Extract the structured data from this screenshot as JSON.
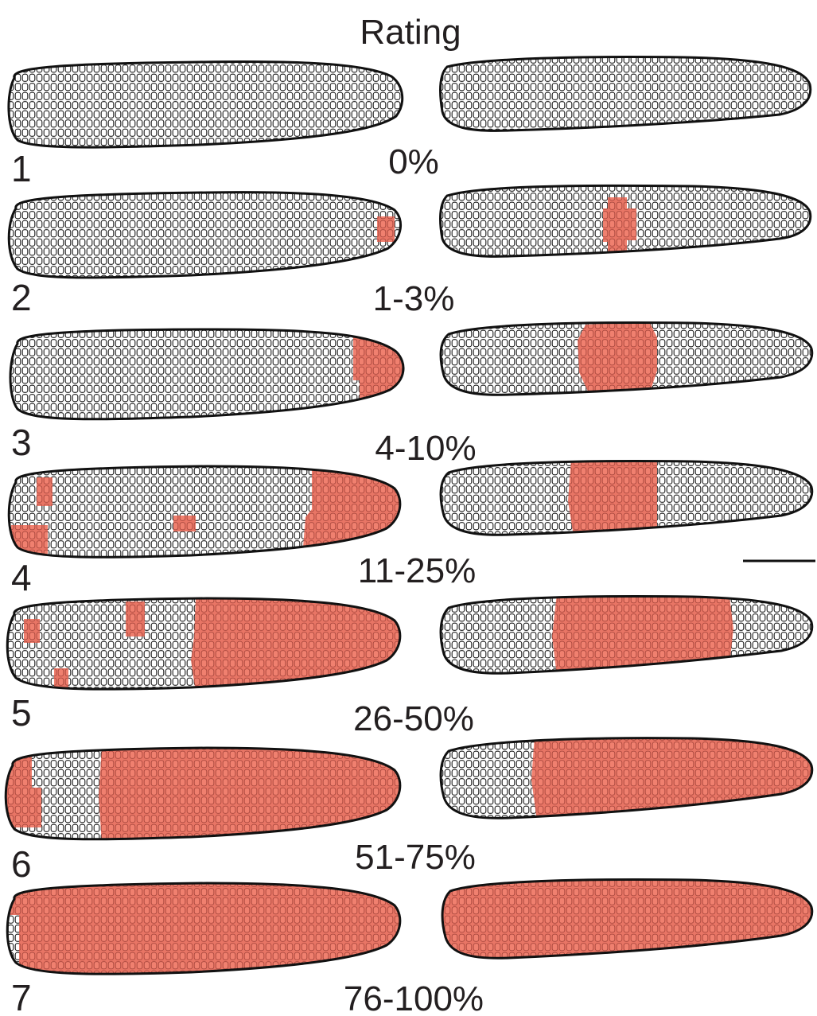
{
  "title": "Rating",
  "kernel_fill_color": "#f0806f",
  "kernel_outline_color": "#1a1a1a",
  "ratings": [
    {
      "rating": "1",
      "range": "0%",
      "rot_fraction_shown": [
        0,
        0
      ]
    },
    {
      "rating": "2",
      "range": "1-3%",
      "rot_fraction_shown": [
        0.02,
        0.02
      ]
    },
    {
      "rating": "3",
      "range": "4-10%",
      "rot_fraction_shown": [
        0.08,
        0.08
      ]
    },
    {
      "rating": "4",
      "range": "11-25%",
      "rot_fraction_shown": [
        0.22,
        0.2
      ]
    },
    {
      "rating": "5",
      "range": "26-50%",
      "rot_fraction_shown": [
        0.48,
        0.45
      ]
    },
    {
      "rating": "6",
      "range": "51-75%",
      "rot_fraction_shown": [
        0.75,
        0.7
      ]
    },
    {
      "rating": "7",
      "range": "76-100%",
      "rot_fraction_shown": [
        0.98,
        1.0
      ]
    }
  ]
}
